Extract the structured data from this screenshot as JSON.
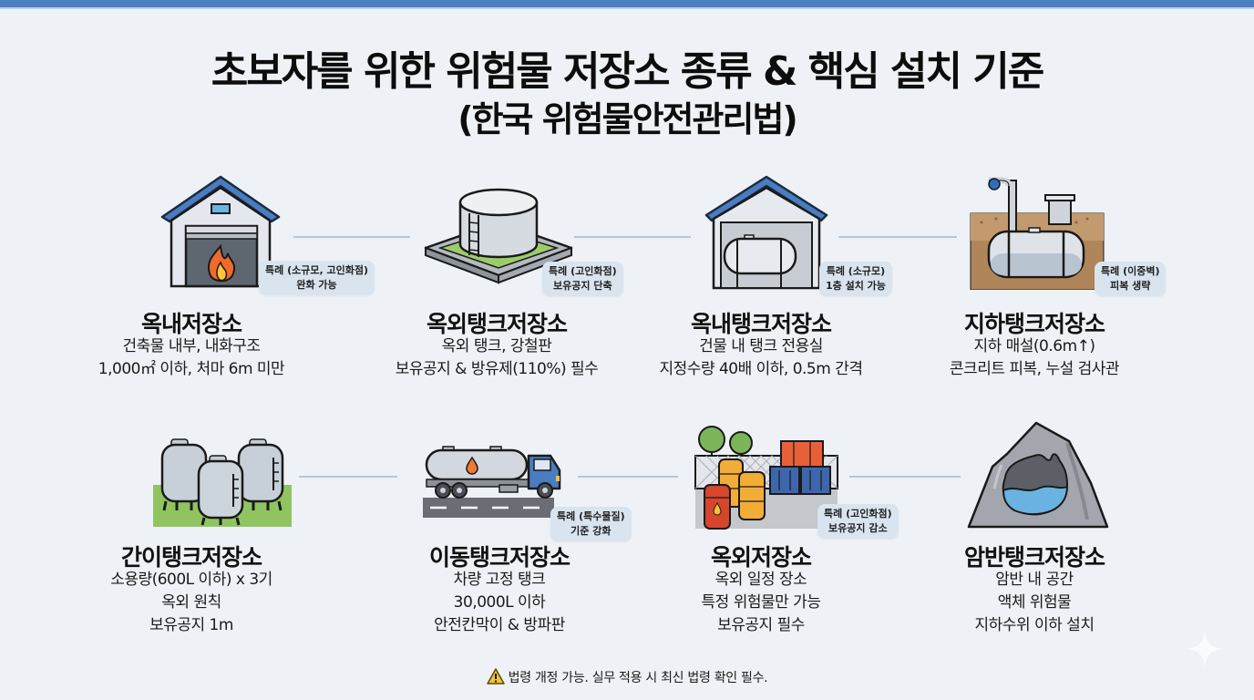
{
  "header": {
    "title": "초보자를 위한 위험물 저장소 종류 & 핵심 설치 기준",
    "subtitle": "(한국 위험물안전관리법)"
  },
  "colors": {
    "accent_bar": "#4a7fc0",
    "background": "#eef2f6",
    "badge_bg": "#d9e4ef",
    "connector": "#b9c6d6",
    "roof_blue": "#4a7cc0"
  },
  "cards": [
    {
      "icon": "warehouse-fire-icon",
      "name": "옥내저장소",
      "desc": [
        "건축물 내부, 내화구조",
        "1,000㎡ 이하, 처마 6m 미만"
      ],
      "badge": [
        "특례 (소규모, 고인화점)",
        "완화 가능"
      ]
    },
    {
      "icon": "outdoor-tank-dike-icon",
      "name": "옥외탱크저장소",
      "desc": [
        "옥외 탱크, 강철판",
        "보유공지 & 방유제(110%) 필수"
      ],
      "badge": [
        "특례 (고인화점)",
        "보유공지 단축"
      ]
    },
    {
      "icon": "indoor-tank-house-icon",
      "name": "옥내탱크저장소",
      "desc": [
        "건물 내 탱크 전용실",
        "지정수량 40배 이하, 0.5m 간격"
      ],
      "badge": [
        "특례 (소규모)",
        "1층 설치 가능"
      ]
    },
    {
      "icon": "underground-tank-icon",
      "name": "지하탱크저장소",
      "desc": [
        "지하 매설(0.6m↑)",
        "콘크리트 피복, 누설 검사관"
      ],
      "badge": [
        "특례 (이중벽)",
        "피복 생략"
      ]
    },
    {
      "icon": "simple-tanks-icon",
      "name": "간이탱크저장소",
      "desc": [
        "소용량(600L 이하) x 3기",
        "옥외 원칙",
        "보유공지 1m"
      ],
      "badge": null
    },
    {
      "icon": "tank-truck-icon",
      "name": "이동탱크저장소",
      "desc": [
        "차량 고정 탱크",
        "30,000L 이하",
        "안전칸막이 & 방파판"
      ],
      "badge": [
        "특례 (특수물질)",
        "기준 강화"
      ]
    },
    {
      "icon": "outdoor-drums-containers-icon",
      "name": "옥외저장소",
      "desc": [
        "옥외 일정 장소",
        "특정 위험물만 가능",
        "보유공지 필수"
      ],
      "badge": [
        "특례 (고인화점)",
        "보유공지 감소"
      ]
    },
    {
      "icon": "rock-cavern-tank-icon",
      "name": "암반탱크저장소",
      "desc": [
        "암반 내 공간",
        "액체 위험물",
        "지하수위 이하 설치"
      ],
      "badge": null
    }
  ],
  "footer": {
    "icon": "warning-icon",
    "text": "법령 개정 가능. 실무 적용 시 최신 법령 확인 필수."
  }
}
